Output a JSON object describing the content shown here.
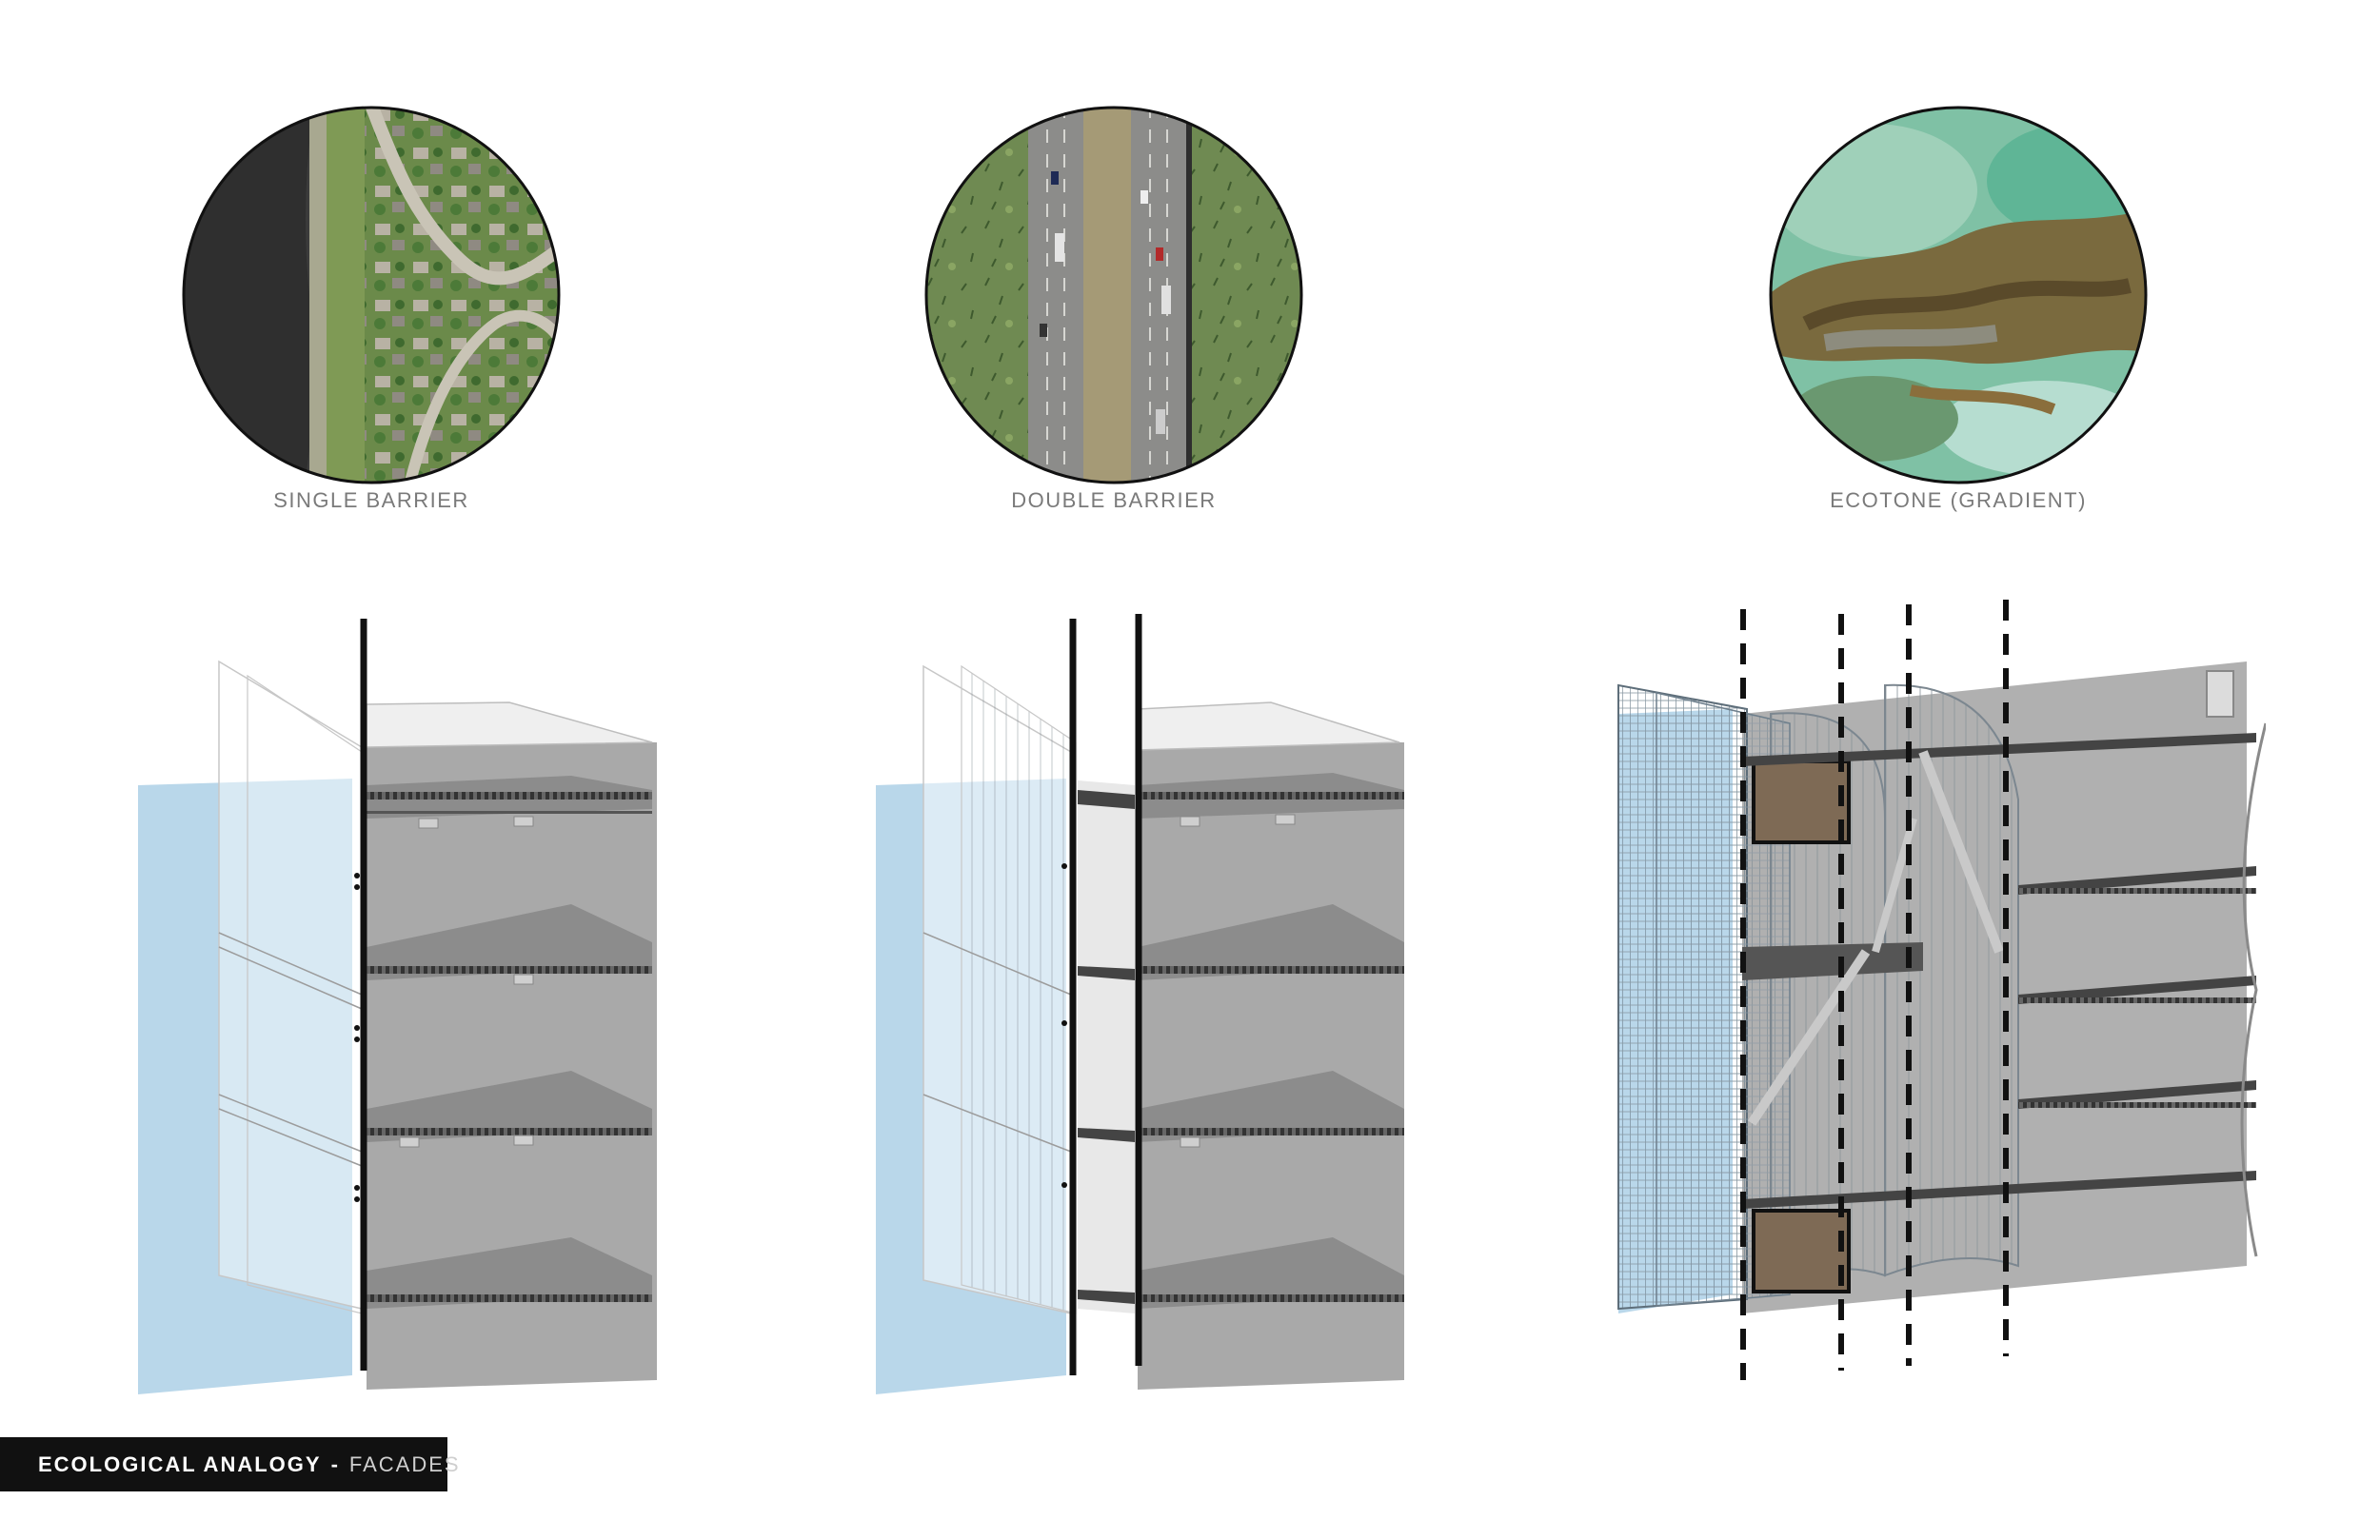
{
  "panels": [
    {
      "caption": "SINGLE BARRIER",
      "aerial": "residential-edge-aerial"
    },
    {
      "caption": "DOUBLE BARRIER",
      "aerial": "highway-aerial"
    },
    {
      "caption": "ECOTONE (GRADIENT)",
      "aerial": "wetland-aerial"
    }
  ],
  "footer": {
    "title": "ECOLOGICAL ANALOGY",
    "separator": "-",
    "subtitle": "FACADES"
  },
  "colors": {
    "water_blue": "#b9d7ea",
    "slab": "#555555",
    "building_gray": "#a9a9a9",
    "tag_bg": "#111111"
  }
}
